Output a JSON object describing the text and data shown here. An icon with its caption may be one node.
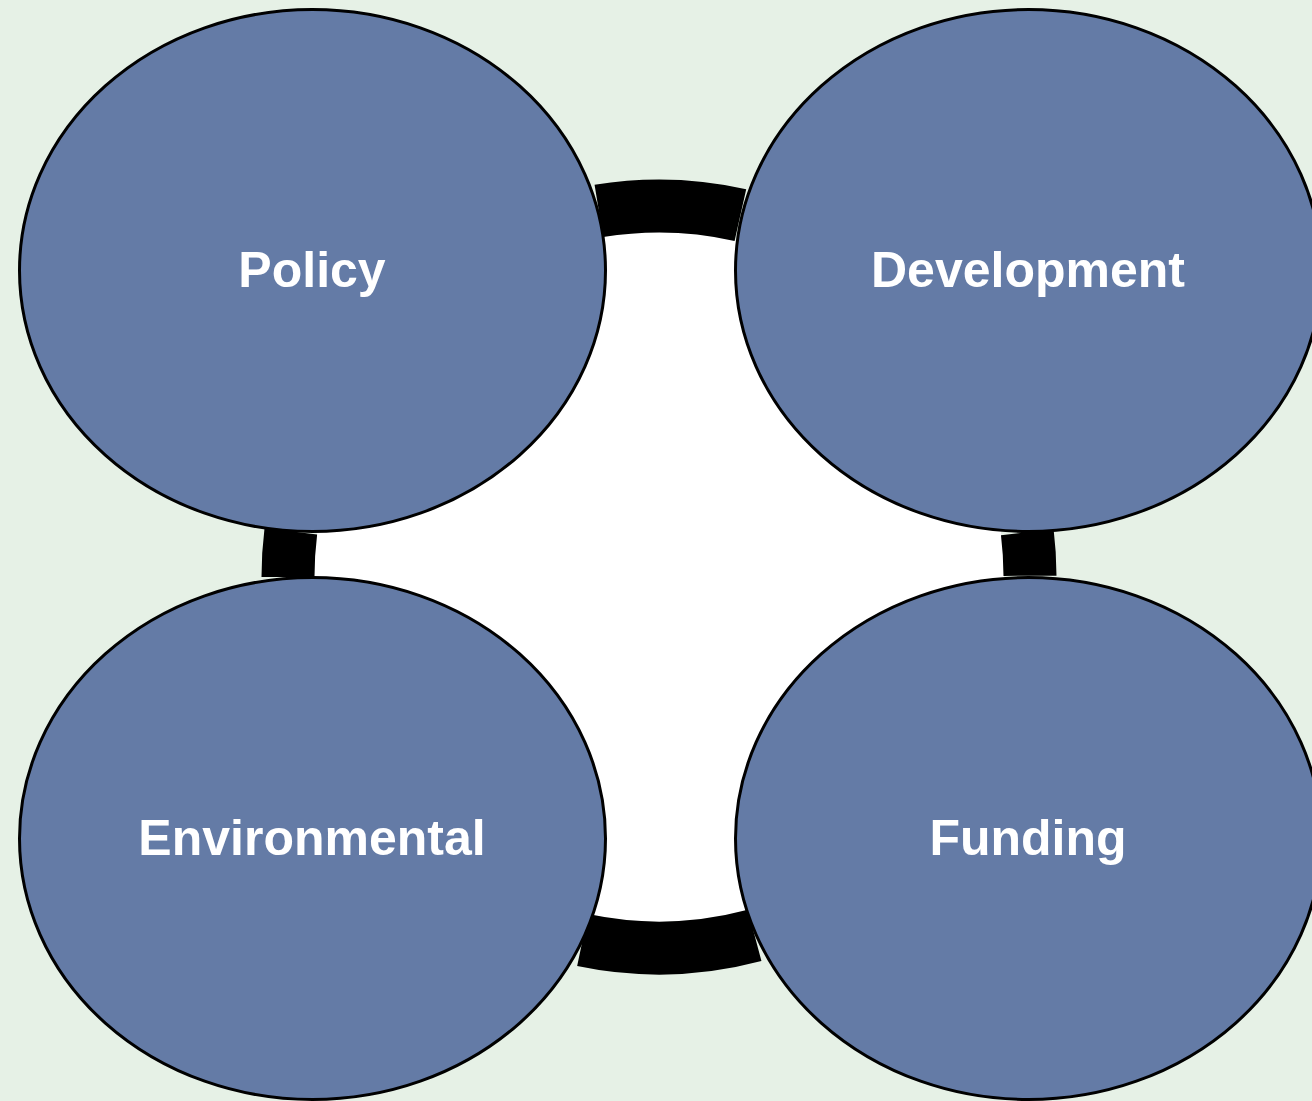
{
  "diagram": {
    "nodes": [
      {
        "text": [
          "Policy"
        ]
      },
      {
        "text": [
          "Development"
        ]
      },
      {
        "text": [
          "Environmental"
        ]
      },
      {
        "text": [
          "Funding"
        ]
      }
    ],
    "edges": [
      {
        "from": 0,
        "to": 1,
        "arrow": "none"
      },
      {
        "from": 1,
        "to": 3,
        "arrow": "none"
      },
      {
        "from": 3,
        "to": 2,
        "arrow": "none"
      },
      {
        "from": 2,
        "to": 0,
        "arrow": "none"
      }
    ]
  }
}
